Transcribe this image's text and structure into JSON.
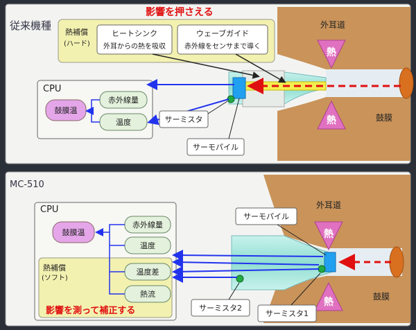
{
  "top": {
    "section_title": "従来機種",
    "headline": "影響を押さえる",
    "comp_label_1": "熱補償",
    "comp_label_2": "(ハード)",
    "heatsink_title": "ヒートシンク",
    "heatsink_desc": "外耳からの熱を吸収",
    "waveguide_title": "ウェーブガイド",
    "waveguide_desc": "赤外線をセンサまで導く",
    "ear_canal": "外耳道",
    "eardrum": "鼓膜",
    "cpu": "CPU",
    "eardrum_temp": "鼓膜温",
    "ir_amount": "赤外線量",
    "temperature": "温度",
    "thermistor": "サーミスタ",
    "thermopile": "サーモパイル",
    "heat": "熱"
  },
  "bottom": {
    "section_title": "MC-510",
    "cpu": "CPU",
    "eardrum_temp": "鼓膜温",
    "ir_amount": "赤外線量",
    "temperature": "温度",
    "comp_label_1": "熱補償",
    "comp_label_2": "(ソフト)",
    "temp_diff": "温度差",
    "heat_flow": "熱流",
    "headline": "影響を測って補正する",
    "thermopile": "サーモパイル",
    "ear_canal": "外耳道",
    "thermistor_2": "サーミスタ2",
    "thermistor_1": "サーミスタ1",
    "eardrum": "鼓膜",
    "heat": "熱"
  },
  "colors": {
    "panel_bg": "#f3f4f2",
    "tissue": "#c9935a",
    "canal": "#e6edf2",
    "probe": "#9fe3d9",
    "box_green": "#e4f1dc",
    "box_yellow": "#f3f1b0",
    "cpu_pink": "#e4a6e8",
    "arrow_blue": "#2233ee",
    "arrow_red": "#e01010",
    "heat_arrow": "#e070c0",
    "sensor_blue": "#22a0f0",
    "thermistor_green": "#22aa44",
    "eardrum_orange": "#d87020"
  }
}
